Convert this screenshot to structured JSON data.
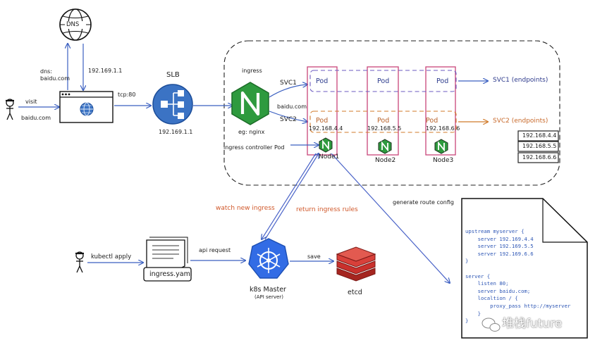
{
  "dns": {
    "label": "DNS",
    "query": "dns:\nbaidu.com",
    "answer": "192.169.1.1"
  },
  "client": {
    "visit": "visit",
    "domain": "baidu.com"
  },
  "slb": {
    "title": "SLB",
    "port": "tcp:80",
    "ip": "192.169.1.1"
  },
  "ingress": {
    "title": "ingress",
    "example": "eg: nginx",
    "controller_pod": "ingress controller Pod"
  },
  "svc_labels": {
    "svc1": "SVC1",
    "svc2": "SVC2",
    "domain": "baidu.com"
  },
  "nodes": [
    {
      "name": "Node1",
      "pod_top": "Pod",
      "pod_bottom": "Pod",
      "ip": "192.168.4.4"
    },
    {
      "name": "Node2",
      "pod_top": "Pod",
      "pod_bottom": "Pod",
      "ip": "192.168.5.5"
    },
    {
      "name": "Node3",
      "pod_top": "Pod",
      "pod_bottom": "Pod",
      "ip": "192.168.6.6"
    }
  ],
  "svc1_endpoints": "SVC1  (endpoints)",
  "svc2_endpoints": "SVC2  (endpoints)",
  "endpoints": [
    "192.168.4.4",
    "192.168.5.5",
    "192.168.6.6"
  ],
  "flows": {
    "watch": "watch new ingress",
    "return": "return ingress rules",
    "generate": "generate route config",
    "api_request": "api request",
    "save": "save"
  },
  "kubectl": {
    "command": "kubectl apply",
    "file": "ingress.yaml"
  },
  "master": {
    "title": "k8s Master",
    "subtitle": "(API server)"
  },
  "etcd": {
    "label": "etcd"
  },
  "config": {
    "text": "upstream myserver {\n    server 192.169.4.4\n    server 192.169.5.5\n    server 192.169.6.6\n}\n\nserver {\n    listen 80;\n    server baidu.com;\n    localtion / {\n        proxy_pass http://myserver\n    }\n}"
  },
  "watermark": "堆栈future",
  "colors": {
    "blue": "#2d56b5",
    "orange": "#d0582a",
    "node_border": "#c8457a",
    "nginx_green": "#2e9a3e",
    "etcd_red": "#c9302c",
    "k8s_blue": "#326ce5"
  }
}
